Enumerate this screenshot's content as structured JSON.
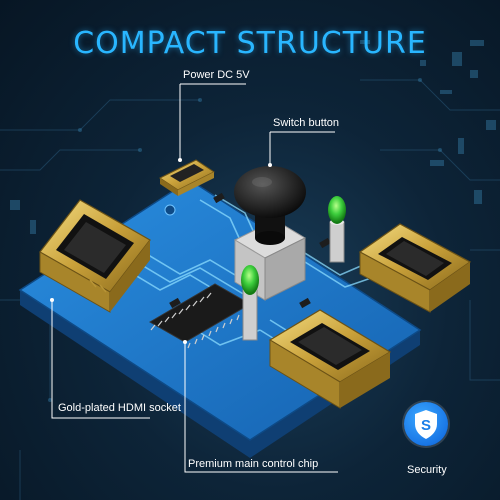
{
  "title": "COMPACT STRUCTURE",
  "labels": {
    "power": "Power DC 5V",
    "switch": "Switch button",
    "hdmi_socket": "Gold-plated HDMI socket",
    "main_chip": "Premium main control chip"
  },
  "badge": {
    "letter": "S",
    "caption": "Security",
    "icon": "shield-icon"
  },
  "colors": {
    "title": "#29b6ff",
    "board": "#1e7fd1",
    "trace": "#6fd3ff",
    "gold": "#d9b64a",
    "led": "#3ecf3e",
    "badge": "#1a7fe8"
  }
}
